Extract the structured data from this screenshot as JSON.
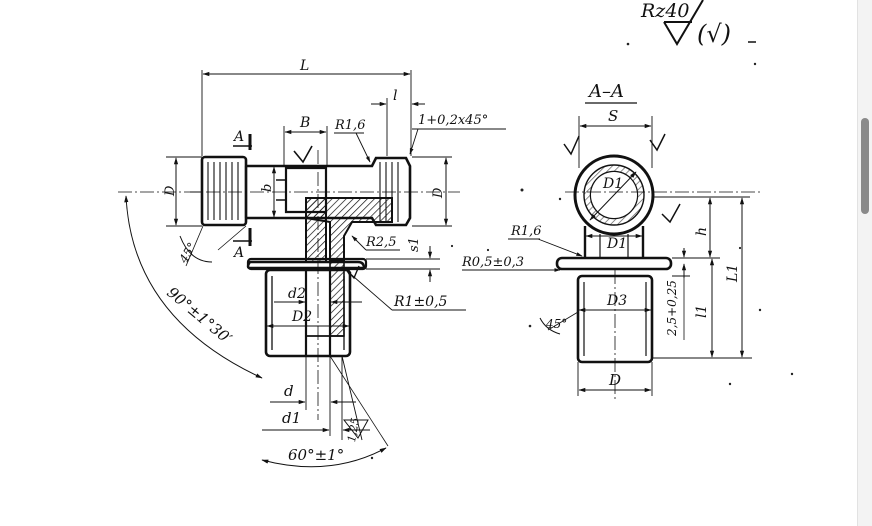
{
  "roughness": {
    "value": "Rz40",
    "bracket": "(√)"
  },
  "section_title": "A–A",
  "dimensions": {
    "L": "L",
    "l": "l",
    "chamfer": "1+0,2x45°",
    "B": "B",
    "R16_top": "R1,6",
    "A_top": "A",
    "A_bottom": "A",
    "D_left": "D",
    "b": "b",
    "D_right": "D",
    "angle45_left": "45°",
    "R25": "R2,5",
    "s1": "s1",
    "angle90": "90°±1°30′",
    "d2": "d2",
    "D2": "D2",
    "R1": "R1±0,5",
    "d": "d",
    "d1": "d1",
    "pitch": "1,25",
    "angle60": "60°±1°"
  },
  "section_dimensions": {
    "S": "S",
    "D1_circle": "D1",
    "D1_neck": "D1",
    "R16": "R1,6",
    "R05": "R0,5±0,3",
    "h": "h",
    "L1": "L1",
    "D3": "D3",
    "angle45": "45°",
    "thread_len": "2,5+0,25",
    "l1": "l1",
    "D_bottom": "D"
  }
}
